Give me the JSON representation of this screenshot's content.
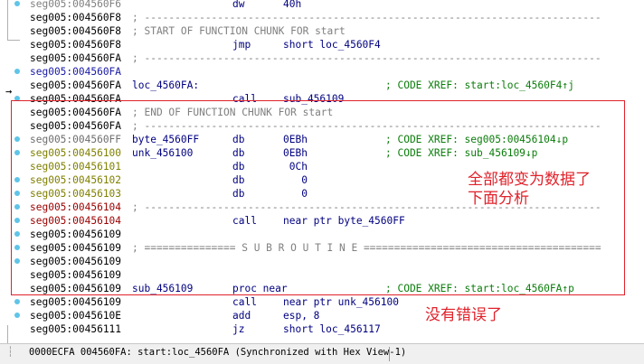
{
  "listing": [
    {
      "addr": "seg005:004560F6",
      "addr_color": "gray",
      "mnem": "dw",
      "ops": "40h",
      "kind": "dw"
    },
    {
      "addr": "seg005:004560F8",
      "addr_color": "black",
      "sep": "; ---------------------------------------------------------------------------"
    },
    {
      "addr": "seg005:004560F8",
      "addr_color": "black",
      "sep": "; START OF FUNCTION CHUNK FOR start"
    },
    {
      "addr": "seg005:004560F8",
      "addr_color": "black",
      "mnem": "jmp",
      "ops": "short loc_4560F4",
      "kind": "code"
    },
    {
      "addr": "seg005:004560FA",
      "addr_color": "black",
      "sep": "; ---------------------------------------------------------------------------"
    },
    {
      "addr": "seg005:004560FA",
      "addr_color": "blue"
    },
    {
      "addr": "seg005:004560FA",
      "addr_color": "black",
      "label": "loc_4560FA:",
      "comment": "; CODE XREF: start:loc_4560F4↑j",
      "kind": "code"
    },
    {
      "addr": "seg005:004560FA",
      "addr_color": "black",
      "mnem": "call",
      "ops": "sub_456109",
      "kind": "code"
    },
    {
      "addr": "seg005:004560FA",
      "addr_color": "black",
      "sep": "; END OF FUNCTION CHUNK FOR start"
    },
    {
      "addr": "seg005:004560FA",
      "addr_color": "black",
      "sep": "; ---------------------------------------------------------------------------"
    },
    {
      "addr": "seg005:004560FF",
      "addr_color": "darkgray",
      "label": "byte_4560FF",
      "mnem": "db",
      "ops": "0EBh",
      "comment": "; CODE XREF: seg005:00456104↓p",
      "kind": "code"
    },
    {
      "addr": "seg005:00456100",
      "addr_color": "olive",
      "label": "unk_456100",
      "mnem": "db",
      "ops": "0EBh",
      "comment": "; CODE XREF: sub_456109↓p",
      "kind": "code"
    },
    {
      "addr": "seg005:00456101",
      "addr_color": "olive",
      "mnem": "db",
      "ops": " 0Ch",
      "kind": "code"
    },
    {
      "addr": "seg005:00456102",
      "addr_color": "olive",
      "mnem": "db",
      "ops": "   0",
      "kind": "code"
    },
    {
      "addr": "seg005:00456103",
      "addr_color": "olive",
      "mnem": "db",
      "ops": "   0",
      "kind": "code"
    },
    {
      "addr": "seg005:00456104",
      "addr_color": "red",
      "sep": "; ---------------------------------------------------------------------------"
    },
    {
      "addr": "seg005:00456104",
      "addr_color": "red",
      "mnem": "call",
      "ops": "near ptr byte_4560FF",
      "kind": "code"
    },
    {
      "addr": "seg005:00456109",
      "addr_color": "black"
    },
    {
      "addr": "seg005:00456109",
      "addr_color": "black",
      "sep": "; =============== S U B R O U T I N E ======================================="
    },
    {
      "addr": "seg005:00456109",
      "addr_color": "black"
    },
    {
      "addr": "seg005:00456109",
      "addr_color": "black"
    },
    {
      "addr": "seg005:00456109",
      "addr_color": "black",
      "label": "sub_456109",
      "mnem": "proc near",
      "comment": "; CODE XREF: start:loc_4560FA↑p",
      "kind": "code"
    },
    {
      "addr": "seg005:00456109",
      "addr_color": "black",
      "mnem": "call",
      "ops": "near ptr unk_456100",
      "kind": "code"
    },
    {
      "addr": "seg005:0045610E",
      "addr_color": "black",
      "mnem": "add",
      "ops": "esp, 8",
      "kind": "code"
    },
    {
      "addr": "seg005:00456111",
      "addr_color": "black",
      "mnem": "jz",
      "ops": "short loc_456117",
      "kind": "code"
    }
  ],
  "annotations": {
    "note1": "全部都变为数据了\n下面分析",
    "note2": "没有错误了"
  },
  "status": {
    "text": "0000ECFA 004560FA: start:loc_4560FA (Synchronized with Hex View-1)"
  },
  "colors": {
    "annotation": "#e0222b",
    "gutter_dot": "#5fc4e8",
    "comment": "#0b7d0b"
  }
}
